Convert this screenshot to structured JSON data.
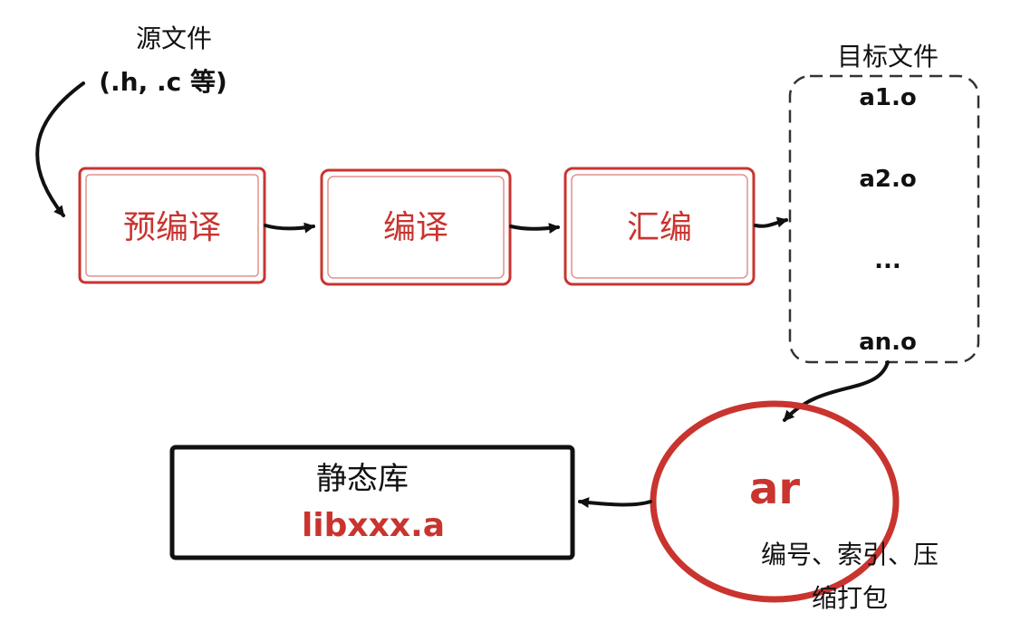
{
  "source": {
    "title": "源文件",
    "subtitle": "(.h, .c 等)"
  },
  "stages": [
    {
      "label": "预编译"
    },
    {
      "label": "编译"
    },
    {
      "label": "汇编"
    }
  ],
  "target": {
    "title": "目标文件",
    "files": [
      "a1.o",
      "a2.o",
      "...",
      "an.o"
    ]
  },
  "ar": {
    "label": "ar",
    "caption_line1": "编号、索引、压",
    "caption_line2": "缩打包"
  },
  "library": {
    "title": "静态库",
    "name": "libxxx.a"
  },
  "colors": {
    "accent_red": "#c9342f",
    "stroke_black": "#111111",
    "dashed_gray": "#333333"
  }
}
